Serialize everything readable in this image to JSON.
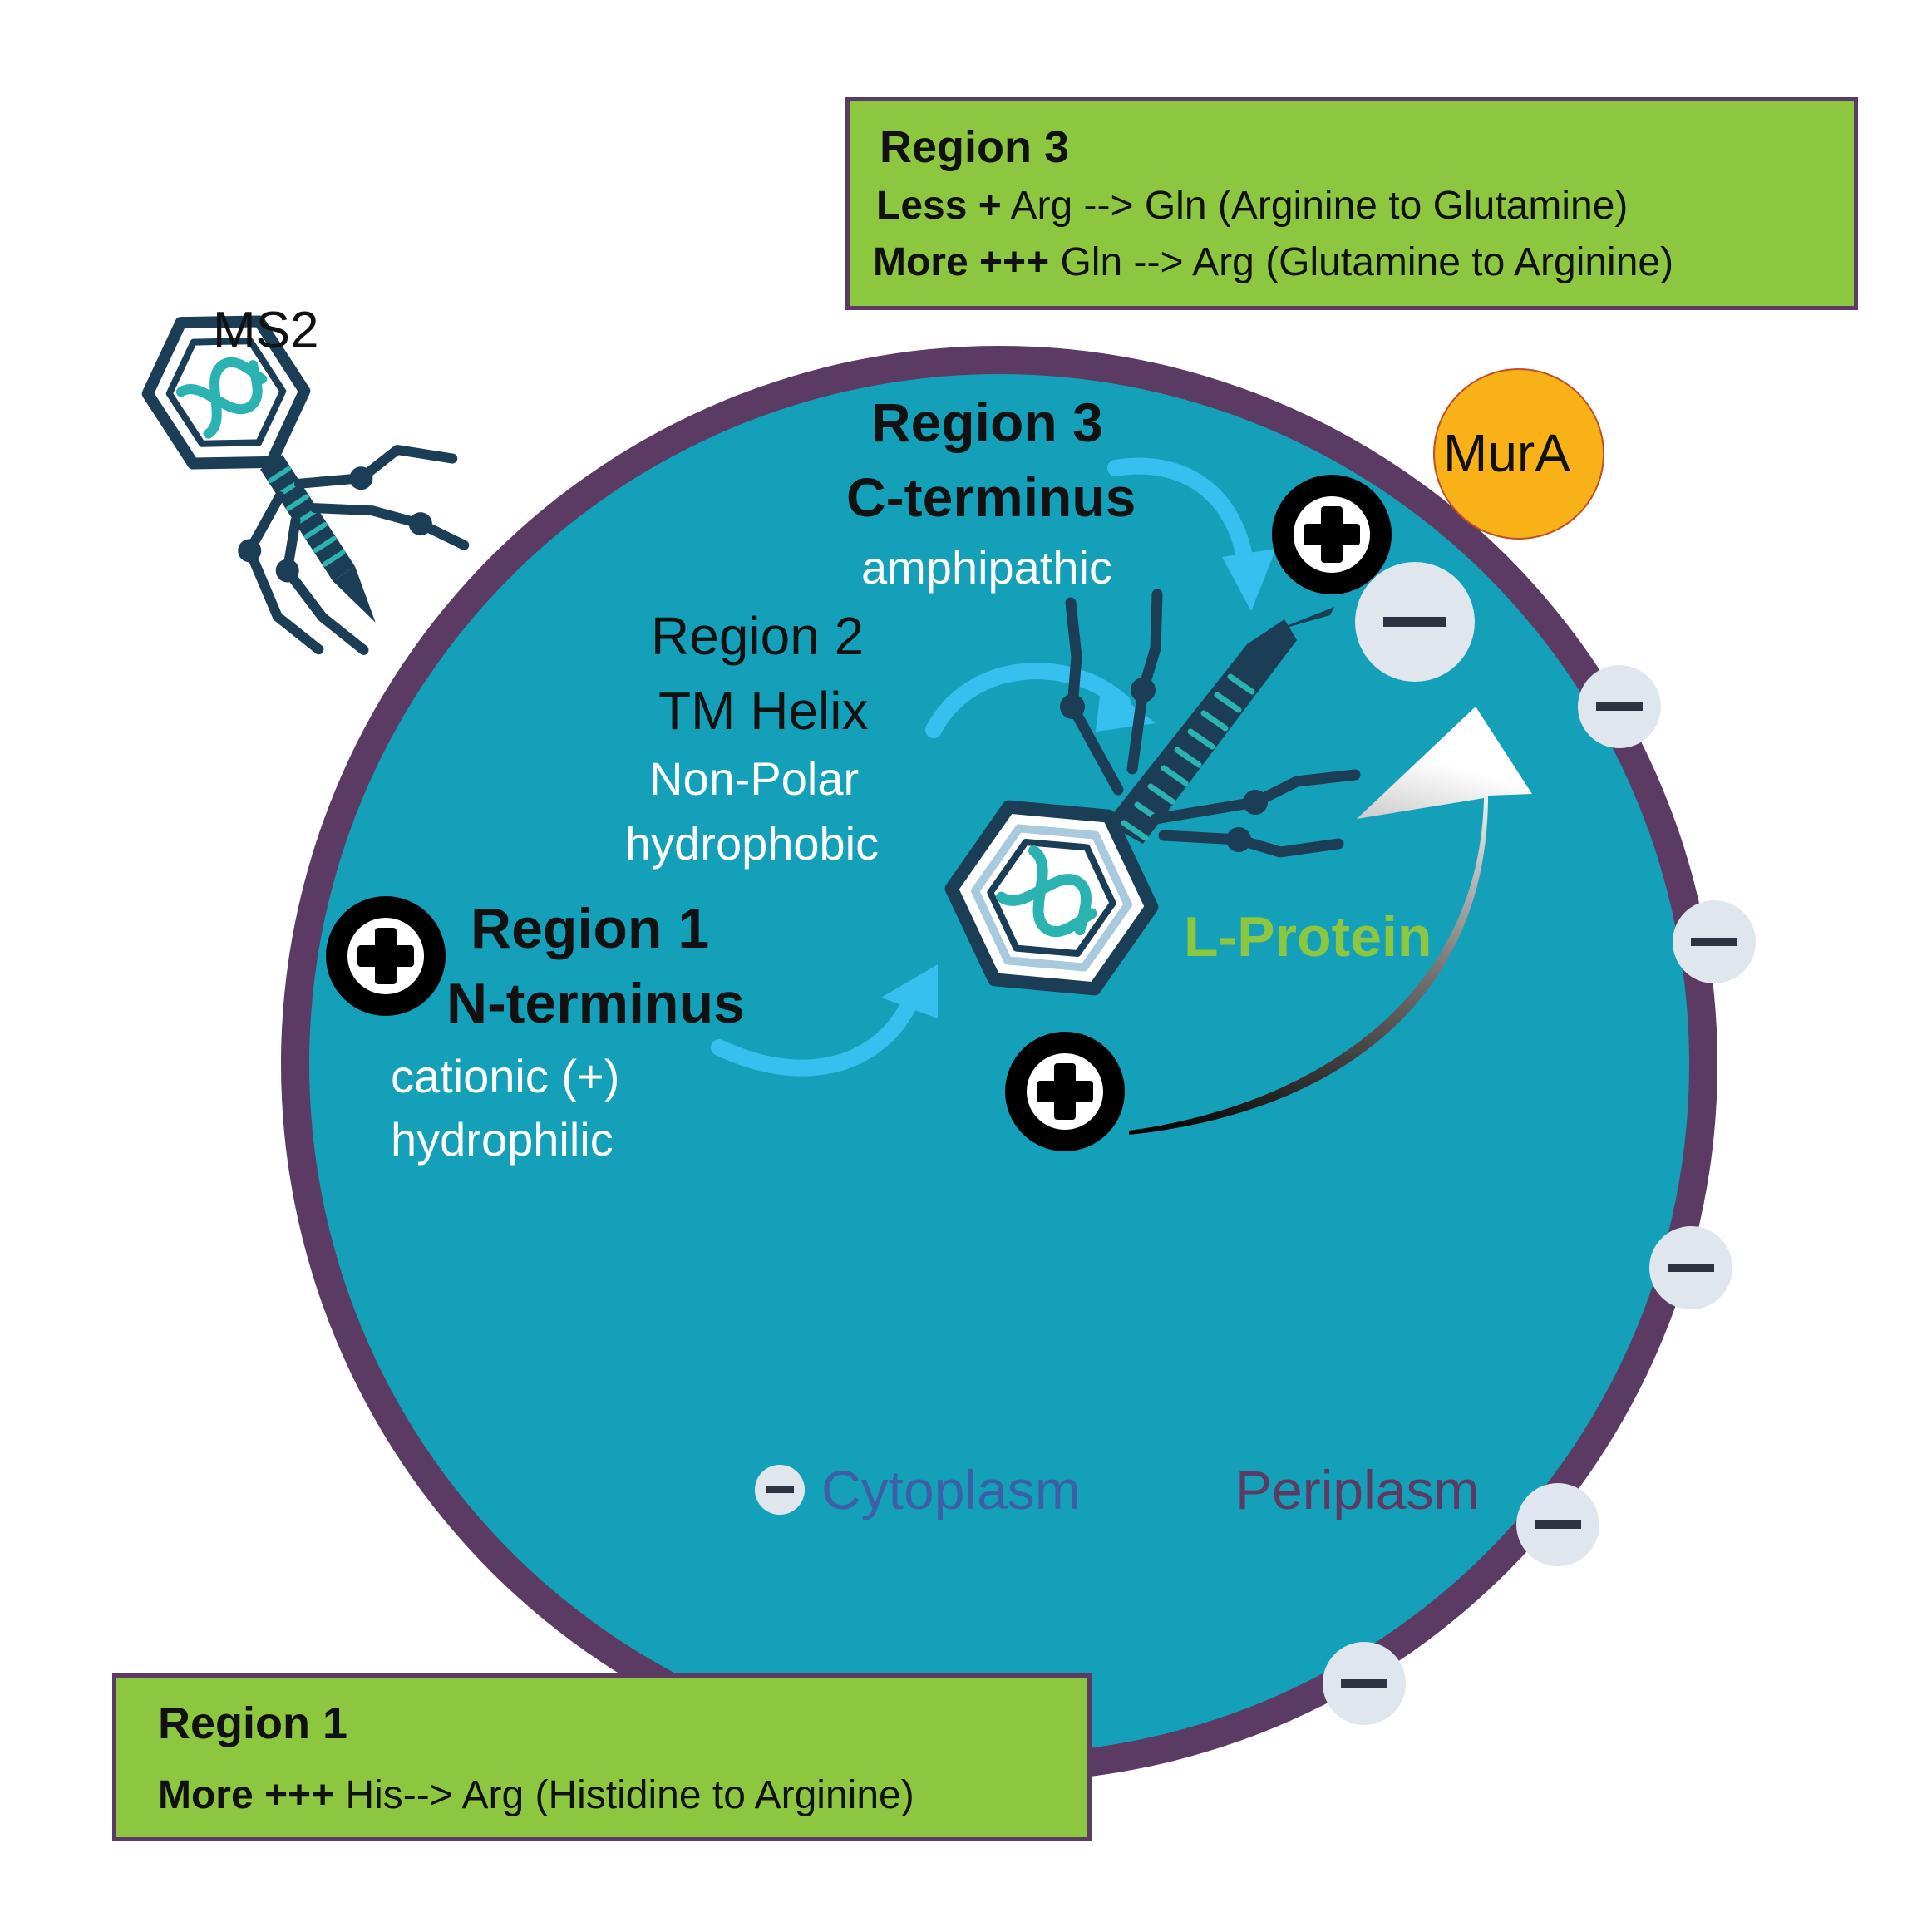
{
  "phage_label": "MS2",
  "top_box": {
    "title": "Region 3",
    "line1_bold": "Less +",
    "line1_rest": " Arg --> Gln (Arginine to Glutamine)",
    "line2_bold": "More +++",
    "line2_rest": " Gln --> Arg (Glutamine to Arginine)"
  },
  "bottom_box": {
    "title": "Region 1",
    "line1_bold": "More +++",
    "line1_rest": " His--> Arg (Histidine to Arginine)"
  },
  "region3": {
    "title": "Region 3",
    "name": "C-terminus",
    "property": "amphipathic"
  },
  "region2": {
    "title": "Region 2",
    "name": "TM Helix",
    "property1": "Non-Polar",
    "property2": "hydrophobic"
  },
  "region1": {
    "title": "Region 1",
    "name": "N-terminus",
    "property1": "cationic (+)",
    "property2": "hydrophilic"
  },
  "mura_label": "MurA",
  "lprotein_label": "L-Protein",
  "cytoplasm_label": "Cytoplasm",
  "periplasm_label": "Periplasm",
  "plus_symbol": "+",
  "minus_symbol": "−",
  "colors": {
    "cell_fill": "#15a0b9",
    "membrane": "#5b3a63",
    "box_fill": "#8dc63f",
    "mura_fill": "#f8b218",
    "lprotein_text": "#8dc63f",
    "cytoplasm_text": "#3d5fa8",
    "periplasm_text": "#5b3a63",
    "arrow_blue": "#35c0f0",
    "phage_dark": "#1b3d56",
    "phage_teal": "#2ab3b0"
  },
  "icons": [
    "plus-charge-icon",
    "minus-charge-icon",
    "phage-icon",
    "dna-icon",
    "curved-arrow-icon"
  ]
}
